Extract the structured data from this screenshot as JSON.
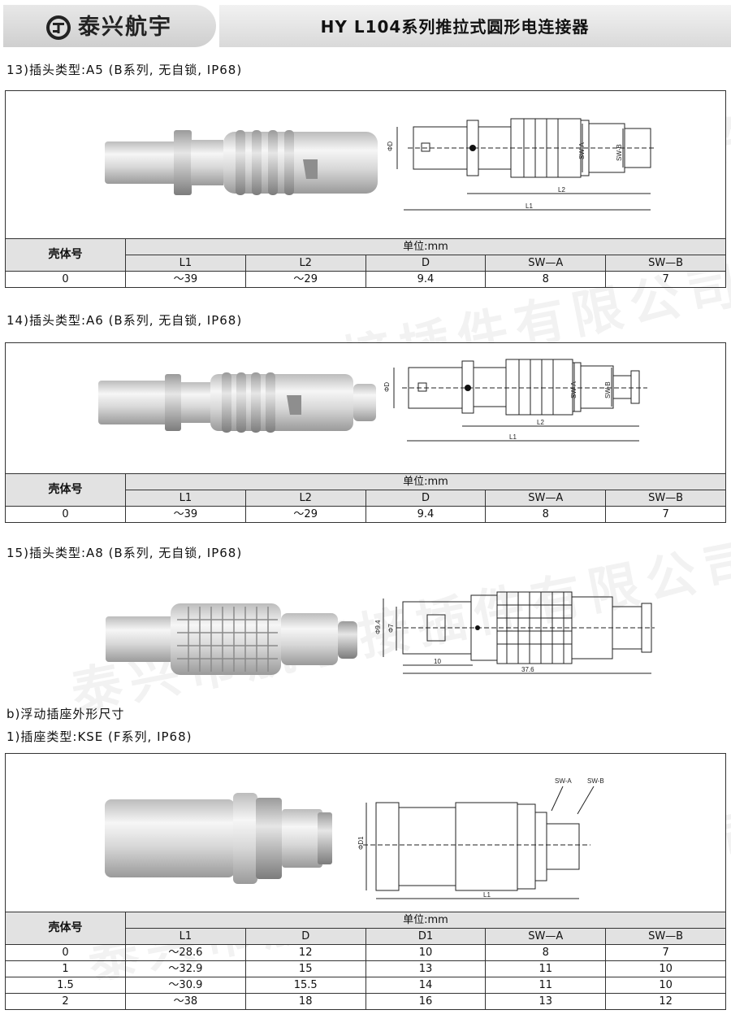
{
  "header": {
    "brand": "泰兴航宇",
    "title": "HY L104系列推拉式圆形电连接器"
  },
  "watermark": "泰兴市航宇接插件有限公司",
  "sections": [
    {
      "label": "13)插头类型:A5 (B系列, 无自锁, IP68)",
      "dims": {
        "d": "ΦD",
        "swa": "SW-A",
        "swb": "SW-B",
        "l1": "L1",
        "l2": "L2"
      },
      "table": {
        "shell_header": "壳体号",
        "unit": "单位:mm",
        "columns": [
          "L1",
          "L2",
          "D",
          "SW—A",
          "SW—B"
        ],
        "rows": [
          [
            "0",
            "～39",
            "～29",
            "9.4",
            "8",
            "7"
          ]
        ]
      }
    },
    {
      "label": "14)插头类型:A6 (B系列, 无自锁, IP68)",
      "dims": {
        "d": "ΦD",
        "swa": "SW-A",
        "swb": "SW-B",
        "l1": "L1",
        "l2": "L2"
      },
      "table": {
        "shell_header": "壳体号",
        "unit": "单位:mm",
        "columns": [
          "L1",
          "L2",
          "D",
          "SW—A",
          "SW—B"
        ],
        "rows": [
          [
            "0",
            "～39",
            "～29",
            "9.4",
            "8",
            "7"
          ]
        ]
      }
    },
    {
      "label": "15)插头类型:A8 (B系列, 无自锁, IP68)",
      "dims": {
        "d1": "Φ9.4",
        "d2": "Φ7",
        "len1": "10",
        "len2": "37.6"
      }
    },
    {
      "label": "b)浮动插座外形尺寸"
    },
    {
      "label": "1)插座类型:KSE  (F系列, IP68)",
      "dims": {
        "d": "ΦD1",
        "swa": "SW-A",
        "swb": "SW-B",
        "l1": "L1"
      },
      "table": {
        "shell_header": "壳体号",
        "unit": "单位:mm",
        "columns": [
          "L1",
          "D",
          "D1",
          "SW—A",
          "SW—B"
        ],
        "rows": [
          [
            "0",
            "～28.6",
            "12",
            "10",
            "8",
            "7"
          ],
          [
            "1",
            "～32.9",
            "15",
            "13",
            "11",
            "10"
          ],
          [
            "1.5",
            "～30.9",
            "15.5",
            "14",
            "11",
            "10"
          ],
          [
            "2",
            "～38",
            "18",
            "16",
            "13",
            "12"
          ]
        ]
      }
    }
  ]
}
